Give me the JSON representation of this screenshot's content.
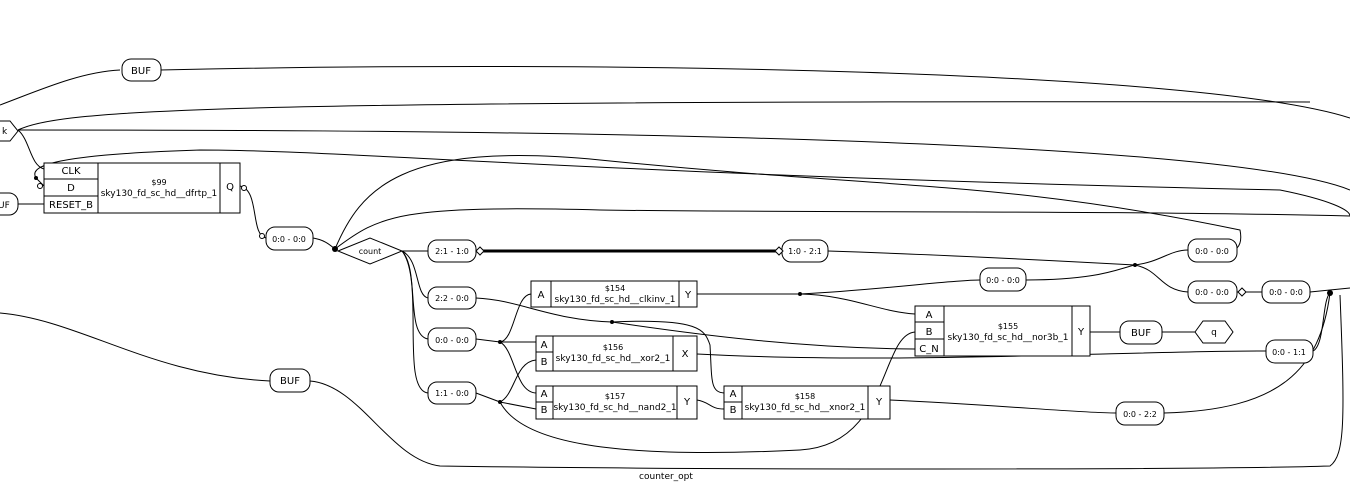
{
  "diagram": {
    "title": "counter_opt",
    "ports": {
      "clk": "k",
      "reset": "UF",
      "count": "count",
      "q": "q"
    },
    "buffers": {
      "buf_top": "BUF",
      "buf_mid": "BUF",
      "buf_out": "BUF"
    },
    "cells": {
      "dff": {
        "id": "$99",
        "type": "sky130_fd_sc_hd__dfrtp_1",
        "pins": {
          "clk": "CLK",
          "d": "D",
          "reset": "RESET_B",
          "q": "Q"
        }
      },
      "clkinv": {
        "id": "$154",
        "type": "sky130_fd_sc_hd__clkinv_1",
        "pins": {
          "a": "A",
          "y": "Y"
        }
      },
      "xor2": {
        "id": "$156",
        "type": "sky130_fd_sc_hd__xor2_1",
        "pins": {
          "a": "A",
          "b": "B",
          "x": "X"
        }
      },
      "nand2": {
        "id": "$157",
        "type": "sky130_fd_sc_hd__nand2_1",
        "pins": {
          "a": "A",
          "b": "B",
          "y": "Y"
        }
      },
      "xnor2": {
        "id": "$158",
        "type": "sky130_fd_sc_hd__xnor2_1",
        "pins": {
          "a": "A",
          "b": "B",
          "y": "Y"
        }
      },
      "nor3b": {
        "id": "$155",
        "type": "sky130_fd_sc_hd__nor3b_1",
        "pins": {
          "a": "A",
          "b": "B",
          "cn": "C_N",
          "y": "Y"
        }
      }
    },
    "slices": {
      "s_q": "0:0 - 0:0",
      "s_count_21": "2:1 - 1:0",
      "s_count_22": "2:2 - 0:0",
      "s_count_00": "0:0 - 0:0",
      "s_count_11": "1:1 - 0:0",
      "s_bus": "1:0 - 2:1",
      "s_r1": "0:0 - 0:0",
      "s_r2": "0:0 - 0:0",
      "s_r3": "0:0 - 0:0",
      "s_r4": "0:0 - 0:0",
      "s_r5": "0:0 - 1:1",
      "s_r6": "0:0 - 2:2"
    }
  }
}
